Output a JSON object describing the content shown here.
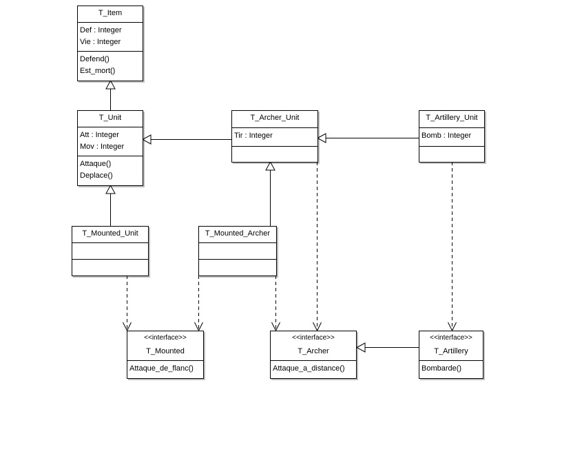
{
  "diagram": {
    "stereotype_label": "<<interface>>",
    "classes": {
      "t_item": {
        "name": "T_Item",
        "attributes": [
          "Def : Integer",
          "Vie : Integer"
        ],
        "operations": [
          "Defend()",
          "Est_mort()"
        ]
      },
      "t_unit": {
        "name": "T_Unit",
        "attributes": [
          "Att : Integer",
          "Mov : Integer"
        ],
        "operations": [
          "Attaque()",
          "Deplace()"
        ]
      },
      "t_archer_unit": {
        "name": "T_Archer_Unit",
        "attributes": [
          "Tir : Integer"
        ],
        "operations": []
      },
      "t_artillery_unit": {
        "name": "T_Artillery_Unit",
        "attributes": [
          "Bomb : Integer"
        ],
        "operations": []
      },
      "t_mounted_unit": {
        "name": "T_Mounted_Unit",
        "attributes": [],
        "operations": []
      },
      "t_mounted_archer": {
        "name": "T_Mounted_Archer",
        "attributes": [],
        "operations": []
      }
    },
    "interfaces": {
      "t_mounted": {
        "name": "T_Mounted",
        "operations": [
          "Attaque_de_flanc()"
        ]
      },
      "t_archer": {
        "name": "T_Archer",
        "operations": [
          "Attaque_a_distance()"
        ]
      },
      "t_artillery": {
        "name": "T_Artillery",
        "operations": [
          "Bombarde()"
        ]
      }
    }
  }
}
